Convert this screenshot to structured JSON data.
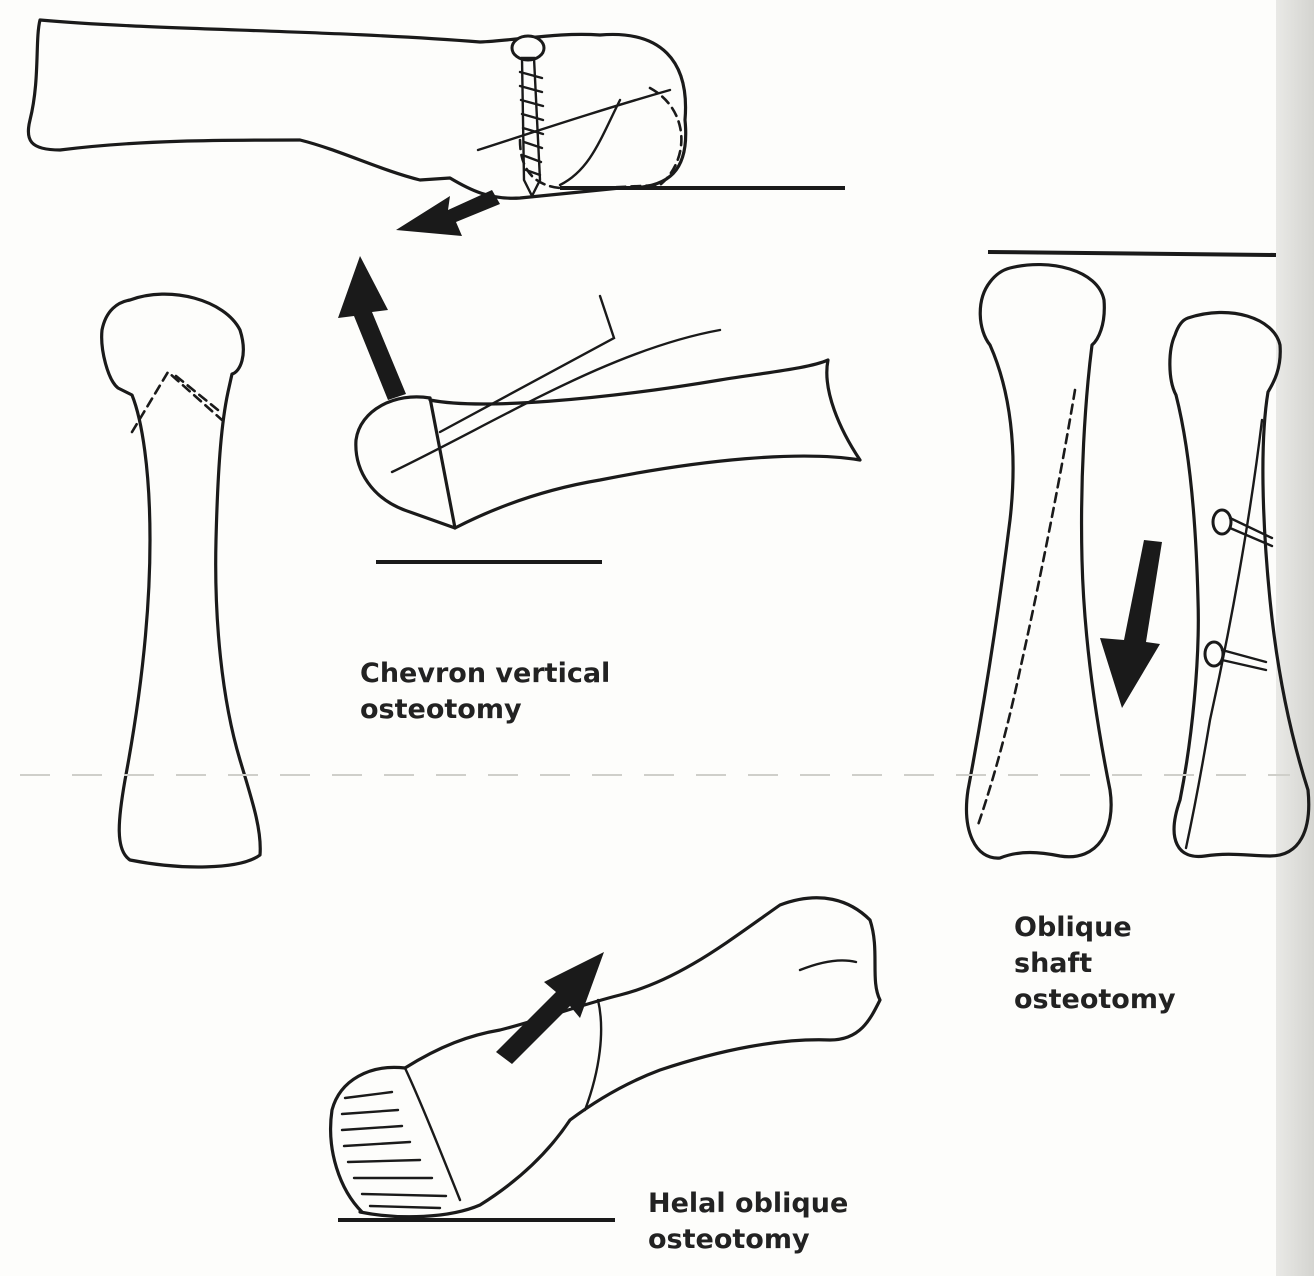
{
  "labels": {
    "chevron": [
      "Chevron vertical",
      "osteotomy"
    ],
    "oblique_shaft": [
      "Oblique",
      "shaft",
      "osteotomy"
    ],
    "helal": [
      "Helal oblique",
      "osteotomy"
    ]
  },
  "colors": {
    "ink": "#1a1a1a",
    "paper": "#fdfdfb",
    "text": "#222222"
  }
}
